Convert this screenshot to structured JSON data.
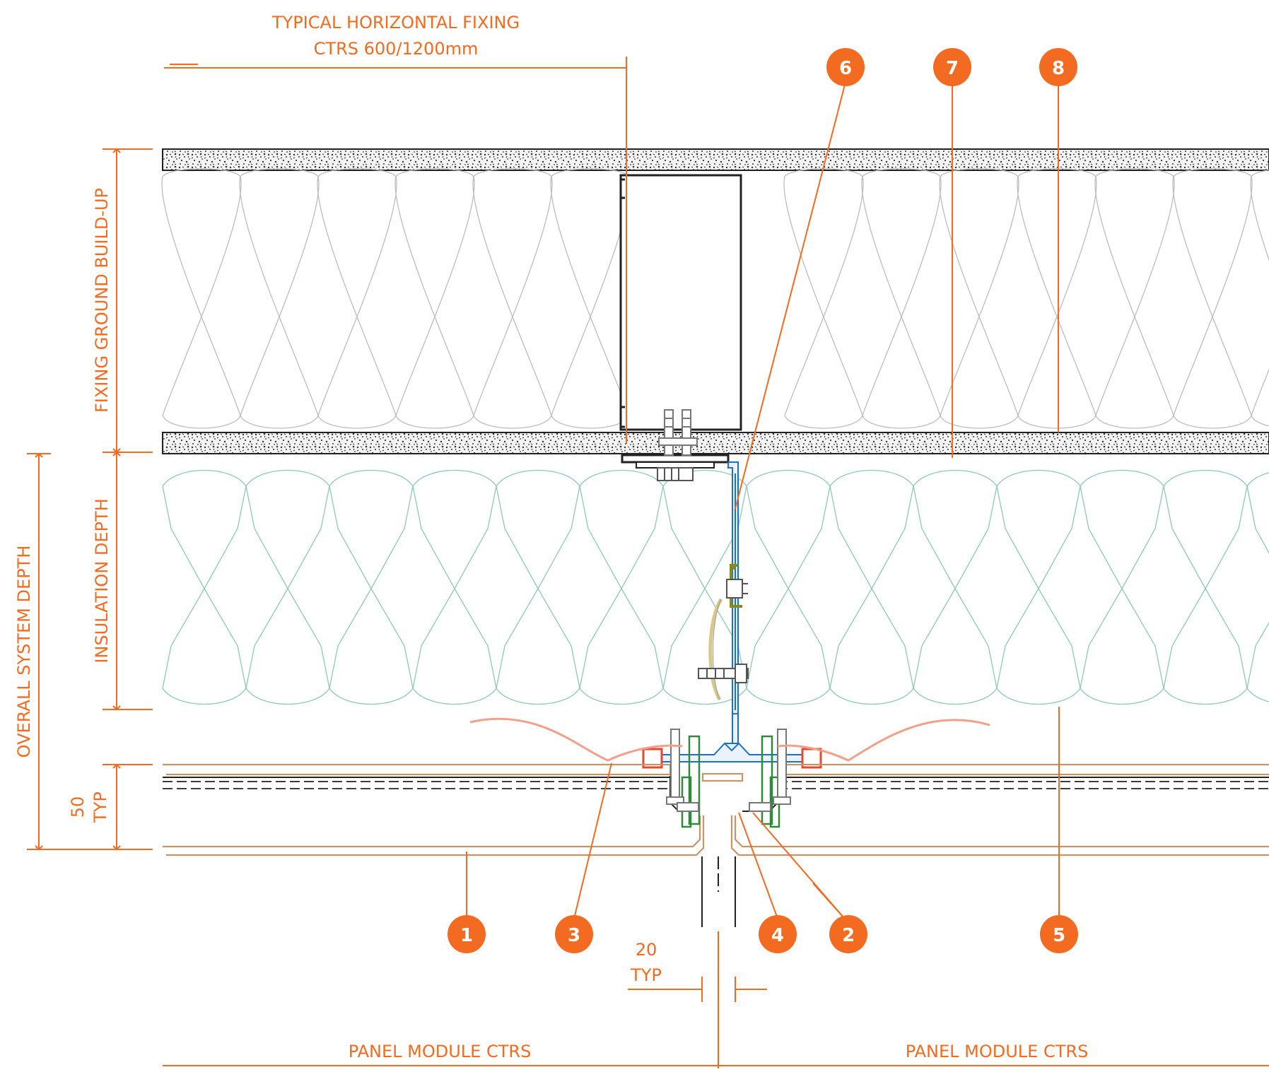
{
  "dimensions": {
    "typical_fixing_line1": "TYPICAL HORIZONTAL FIXING",
    "typical_fixing_line2": "CTRS 600/1200mm",
    "fixing_ground": "FIXING GROUND BUILD-UP",
    "insulation_depth": "INSULATION DEPTH",
    "overall_depth": "OVERALL SYSTEM DEPTH",
    "panel_depth_value": "50",
    "panel_depth_suffix": "TYP",
    "joint_value": "20",
    "joint_suffix": "TYP",
    "panel_module_left": "PANEL MODULE CTRS",
    "panel_module_right": "PANEL MODULE CTRS"
  },
  "callouts": [
    "1",
    "2",
    "3",
    "4",
    "5",
    "6",
    "7",
    "8"
  ],
  "colors": {
    "annotation": "#f26b21",
    "insulation_outer": "#bdbdbd",
    "insulation_inner": "#8fc9b4",
    "bracket_blue": "#1b6fd1",
    "panel_tan": "#c8956a",
    "gasket_green": "#2e8b3a",
    "clip_olive": "#8a8a1a",
    "dark": "#222222"
  }
}
